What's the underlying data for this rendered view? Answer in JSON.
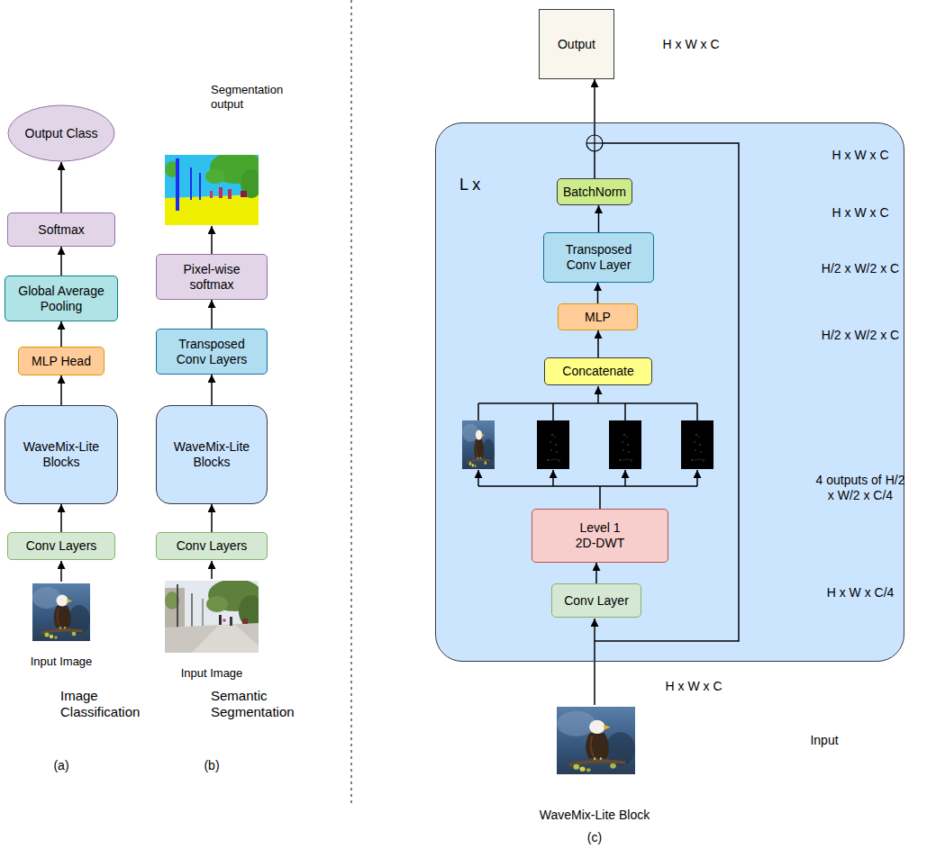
{
  "diagram": {
    "nodes": [
      {
        "text": [
          "Output Class"
        ]
      },
      {
        "text": [
          "Softmax"
        ]
      },
      {
        "text": [
          "Global Average Pooling"
        ]
      },
      {
        "text": [
          "MLP Head"
        ]
      },
      {
        "text": [
          "WaveMix-Lite Blocks"
        ]
      },
      {
        "text": [
          "Conv Layers"
        ]
      },
      {
        "text": [
          "Pixel-wise softmax"
        ]
      },
      {
        "text": [
          "Transposed Conv Layers"
        ]
      },
      {
        "text": [
          "WaveMix-Lite Blocks"
        ]
      },
      {
        "text": [
          "Conv Layers"
        ]
      },
      {
        "text": [
          "Output"
        ]
      },
      {
        "text": [
          "L x"
        ]
      },
      {
        "text": [
          "BatchNorm"
        ],
        "in": 11
      },
      {
        "text": [
          "Transposed Conv Layer"
        ],
        "in": 11
      },
      {
        "text": [
          "MLP"
        ],
        "in": 11
      },
      {
        "text": [
          "Concatenate"
        ],
        "in": 11
      },
      {
        "text": [
          "Level 1 2D-DWT"
        ],
        "in": 11
      },
      {
        "text": [
          "Conv Layer"
        ],
        "in": 11
      }
    ],
    "edges": [
      {
        "from": 5,
        "to": 4,
        "arrow": "to"
      },
      {
        "from": 4,
        "to": 3,
        "arrow": "to"
      },
      {
        "from": 3,
        "to": 2,
        "arrow": "to"
      },
      {
        "from": 2,
        "to": 1,
        "arrow": "to"
      },
      {
        "from": 1,
        "to": 0,
        "arrow": "to"
      },
      {
        "from": 9,
        "to": 8,
        "arrow": "to"
      },
      {
        "from": 8,
        "to": 7,
        "arrow": "to"
      },
      {
        "from": 7,
        "to": 6,
        "arrow": "to"
      },
      {
        "from": 17,
        "to": 16,
        "arrow": "to"
      },
      {
        "from": 15,
        "to": 14,
        "arrow": "to"
      },
      {
        "from": 14,
        "to": 13,
        "arrow": "to"
      },
      {
        "from": 13,
        "to": 12,
        "arrow": "to"
      },
      {
        "from": 12,
        "to": 10,
        "arrow": "to"
      }
    ],
    "labels": [
      "Input Image",
      "Image Classification",
      "(a)",
      "Segmentation output",
      "Input Image",
      "Semantic Segmentation",
      "(b)",
      "H x W x C",
      "H x W x C",
      "H x W x C",
      "H/2 x W/2 x C",
      "H/2 x W/2 x C",
      "4 outputs of H/2 x W/2 x C/4",
      "H x W x C/4",
      "H x W x C",
      "Input",
      "WaveMix-Lite Block",
      "(c)"
    ]
  }
}
